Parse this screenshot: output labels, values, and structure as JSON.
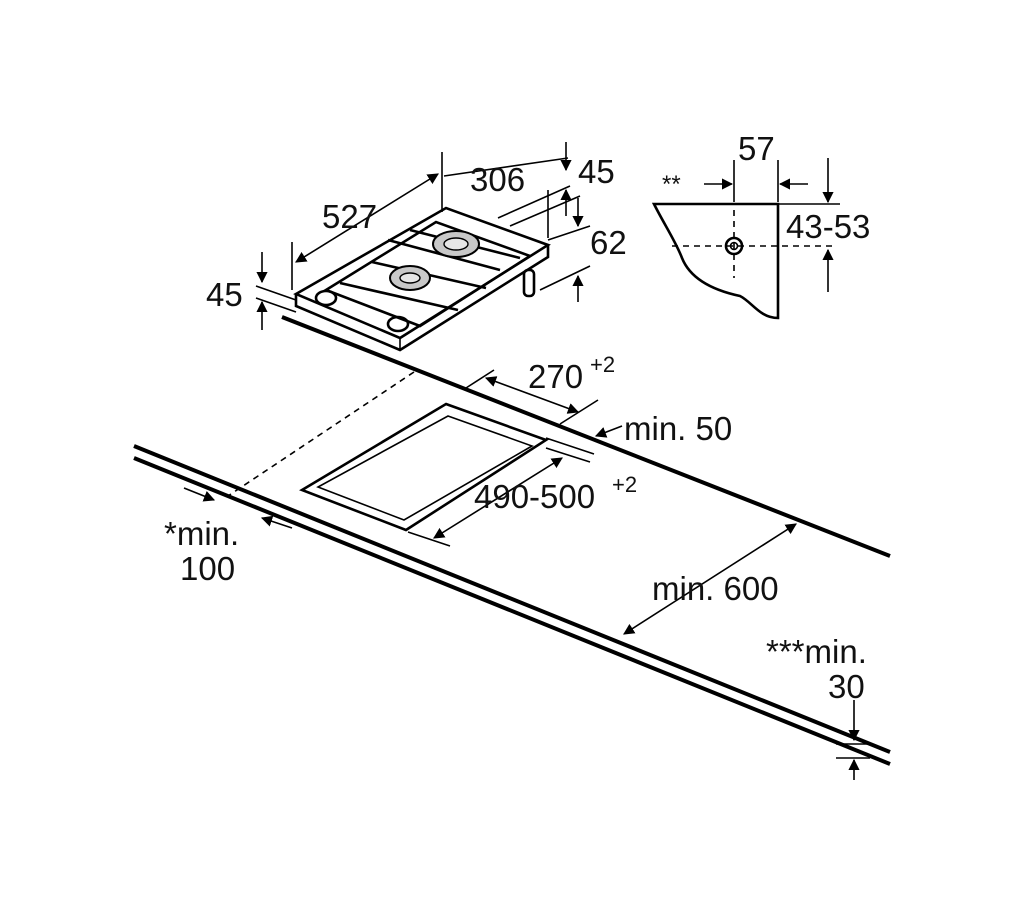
{
  "labels": {
    "width_306": "306",
    "height_45_top": "45",
    "depth_527": "527",
    "height_62": "62",
    "height_45_left": "45",
    "bracket_57": "57",
    "bracket_range": "43-53",
    "bracket_note": "**",
    "cutout_width": "270",
    "cutout_width_tol": "+2",
    "min_50": "min. 50",
    "cutout_depth": "490-500",
    "cutout_depth_tol": "+2",
    "min_100_line1": "*min.",
    "min_100_line2": "100",
    "min_600": "min. 600",
    "min_30_line1": "***min.",
    "min_30_line2": "30"
  },
  "colors": {
    "ink": "#000000",
    "burner": "#c8c8c8",
    "background": "#ffffff"
  }
}
